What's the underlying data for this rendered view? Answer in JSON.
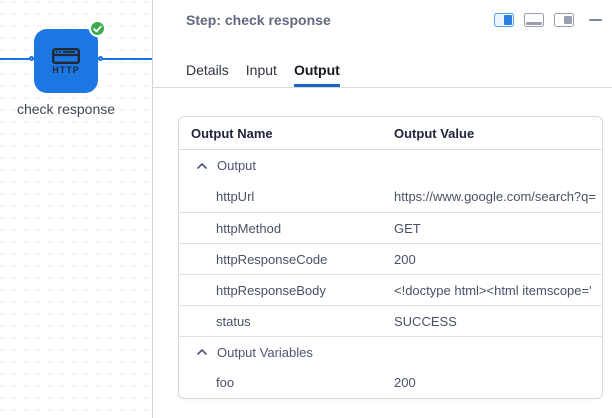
{
  "canvas": {
    "node": {
      "type_label": "HTTP",
      "label": "check response",
      "status_icon": "check-circle"
    }
  },
  "panel": {
    "title": "Step: check response",
    "toolbar": {
      "icons": [
        "layout-split-right-active",
        "layout-bottom-panel",
        "layout-right-panel",
        "minimize"
      ]
    },
    "tabs": [
      {
        "label": "Details",
        "active": false
      },
      {
        "label": "Input",
        "active": false
      },
      {
        "label": "Output",
        "active": true
      }
    ],
    "output_table": {
      "columns": [
        "Output Name",
        "Output Value"
      ],
      "groups": [
        {
          "label": "Output",
          "collapsed": false,
          "rows": [
            {
              "name": "httpUrl",
              "value": "https://www.google.com/search?q="
            },
            {
              "name": "httpMethod",
              "value": "GET"
            },
            {
              "name": "httpResponseCode",
              "value": "200"
            },
            {
              "name": "httpResponseBody",
              "value": "<!doctype html><html itemscope='"
            },
            {
              "name": "status",
              "value": "SUCCESS"
            }
          ]
        },
        {
          "label": "Output Variables",
          "collapsed": false,
          "rows": [
            {
              "name": "foo",
              "value": "200"
            }
          ]
        }
      ]
    }
  },
  "colors": {
    "accent_blue": "#1a74e8",
    "tab_underline_blue": "#1766c4",
    "success_green": "#38ae4e",
    "slate_text": "#4d5472"
  }
}
